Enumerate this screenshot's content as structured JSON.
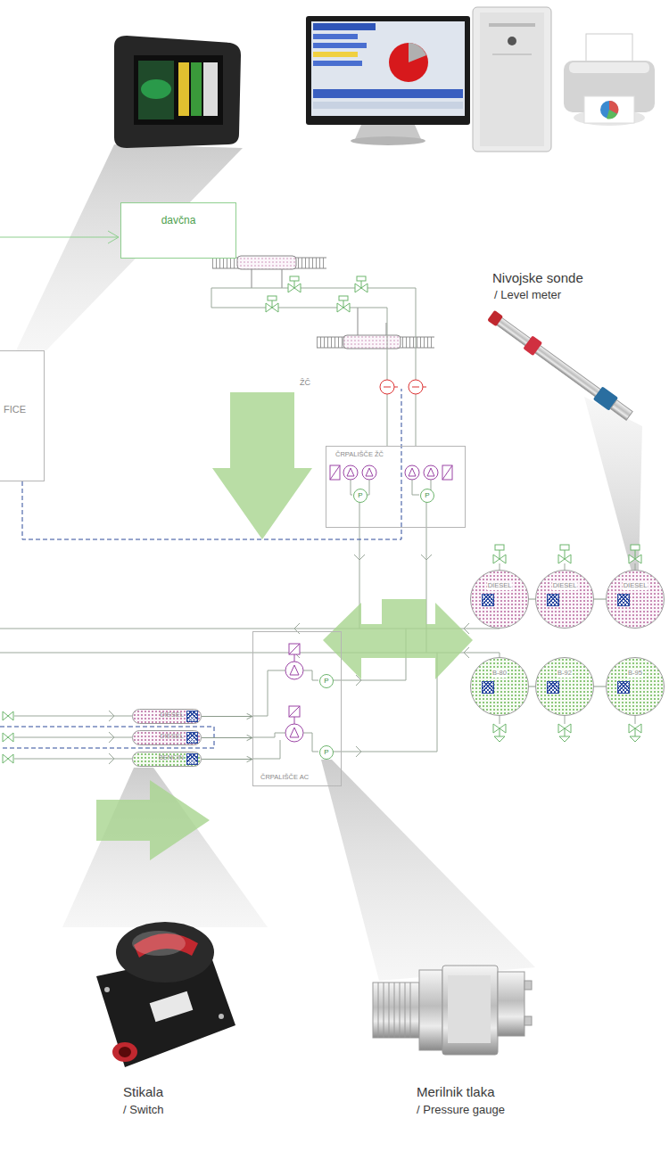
{
  "diagram": {
    "nodes": [
      {
        "text": [
          "davčna"
        ]
      },
      {
        "text": [
          "FICE"
        ]
      },
      {
        "text": [
          "ČRPALIŠČE ŽČ"
        ]
      },
      {
        "text": [
          "P"
        ],
        "in": 2
      },
      {
        "text": [
          "P"
        ],
        "in": 2
      },
      {
        "text": [
          "DIESEL"
        ]
      },
      {
        "text": [
          "DIESEL"
        ]
      },
      {
        "text": [
          "DIESEL"
        ]
      },
      {
        "text": [
          "B-80"
        ]
      },
      {
        "text": [
          "B-92"
        ]
      },
      {
        "text": [
          "B-95"
        ]
      },
      {
        "text": [
          "DIESEL"
        ]
      },
      {
        "text": [
          "DIESEL"
        ]
      },
      {
        "text": [
          "BENCIN"
        ]
      },
      {
        "text": [
          "ČRPALIŠČE AC"
        ]
      },
      {
        "text": [
          "P"
        ],
        "in": 14
      },
      {
        "text": [
          "P"
        ],
        "in": 14
      }
    ],
    "edges": [
      {
        "from": 5,
        "to": 6,
        "arrow": "none"
      },
      {
        "from": 6,
        "to": 7,
        "arrow": "none"
      },
      {
        "from": 8,
        "to": 9,
        "arrow": "none"
      },
      {
        "from": 9,
        "to": 10,
        "arrow": "none"
      },
      {
        "from": 11,
        "to": 14,
        "arrow": "to"
      },
      {
        "from": 12,
        "to": 14,
        "arrow": "to"
      },
      {
        "from": 13,
        "to": 14,
        "arrow": "to"
      }
    ],
    "labels": [
      "ŽČ",
      "Nivojske sonde",
      "/ Level meter",
      "Stikala",
      "/ Switch",
      "Merilnik tlaka",
      "/ Pressure gauge"
    ]
  }
}
